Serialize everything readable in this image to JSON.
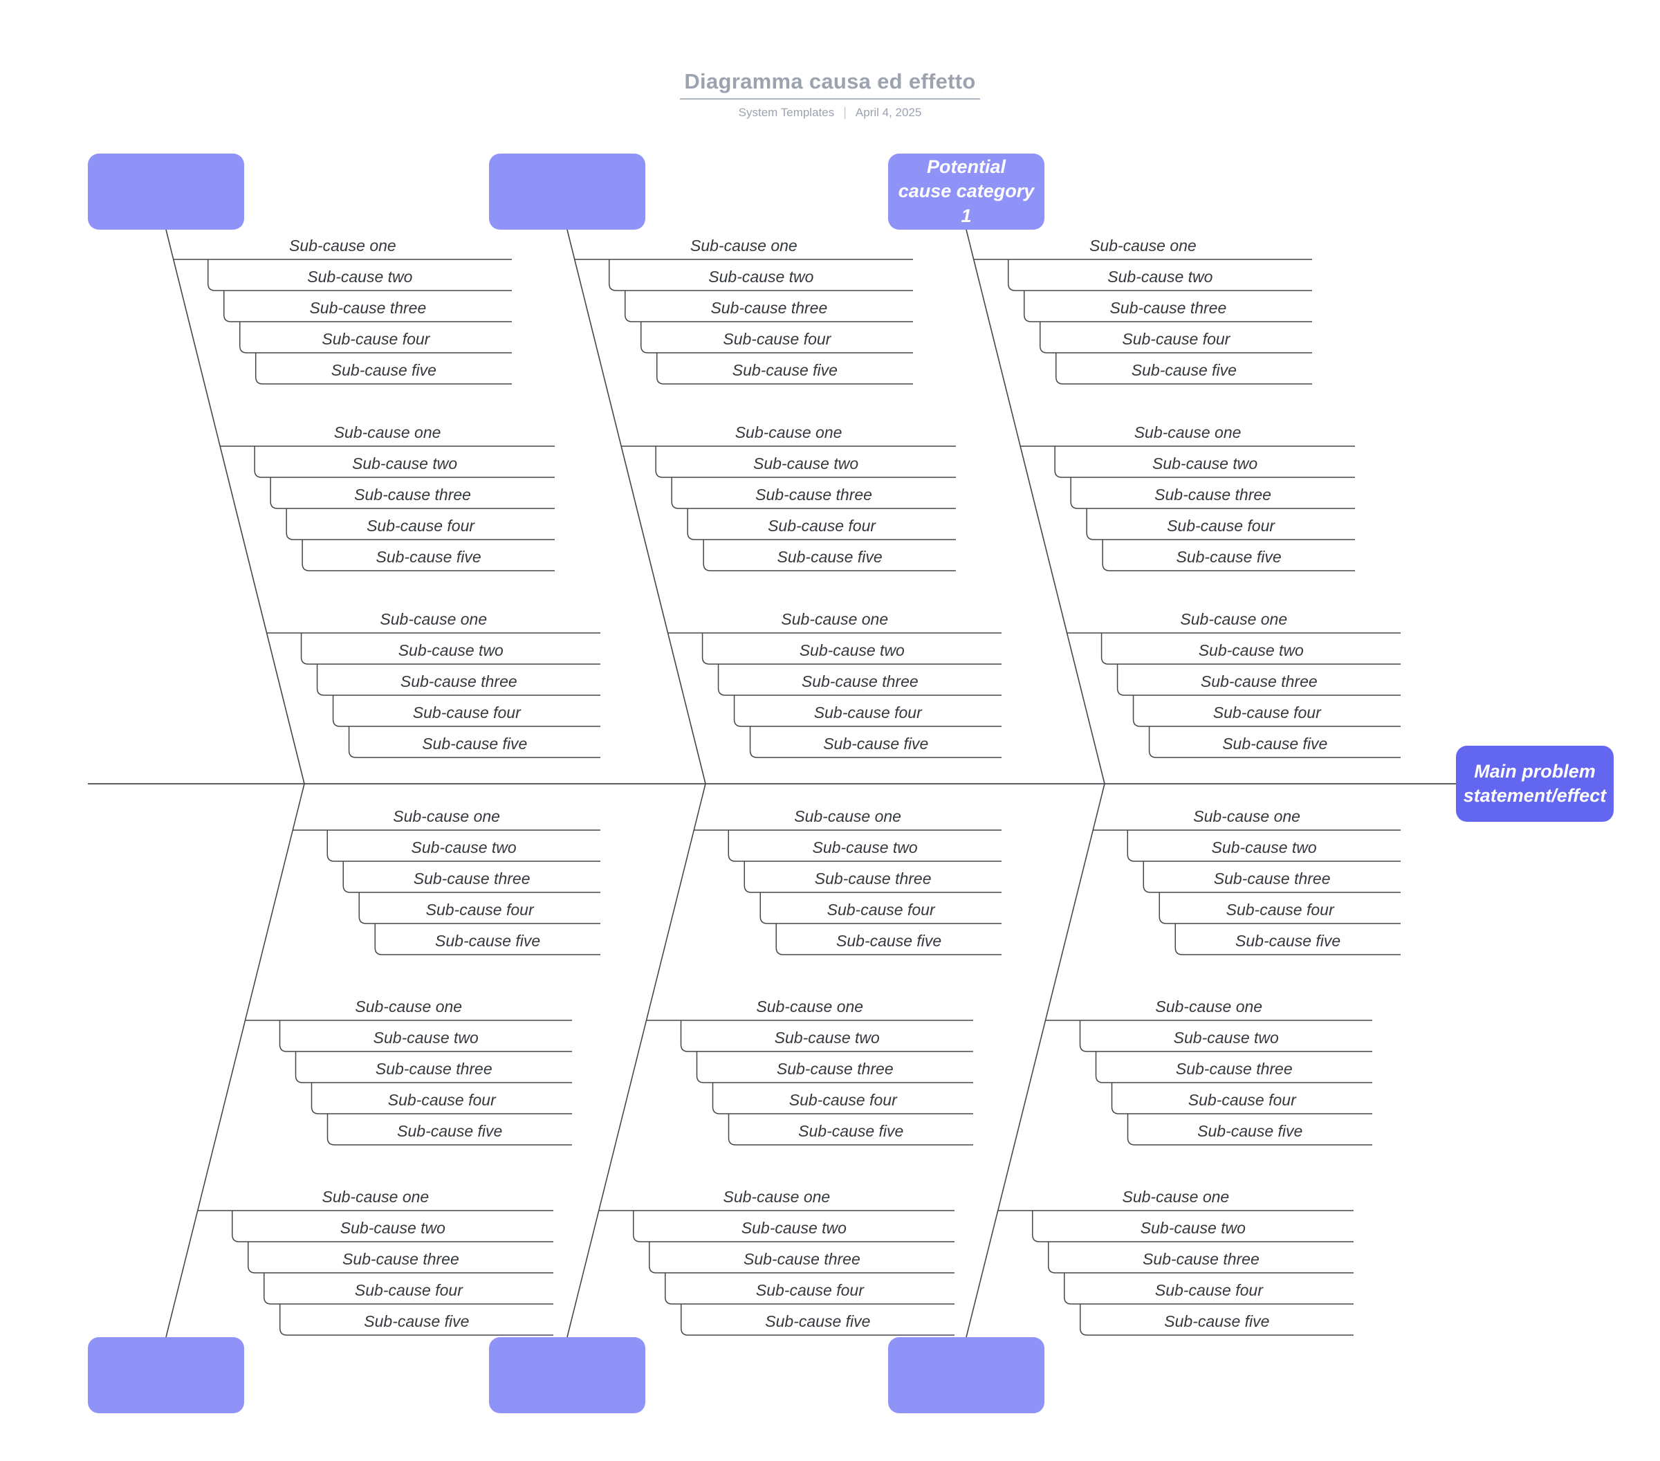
{
  "header": {
    "title": "Diagramma causa ed effetto",
    "author": "System Templates",
    "separator": "|",
    "date": "April 4, 2025"
  },
  "main_box": {
    "label": "Main problem statement/effect"
  },
  "categories": [
    {
      "id": "top-1",
      "label": ""
    },
    {
      "id": "top-2",
      "label": ""
    },
    {
      "id": "top-3",
      "label": "Potential cause category 1"
    },
    {
      "id": "bottom-1",
      "label": ""
    },
    {
      "id": "bottom-2",
      "label": ""
    },
    {
      "id": "bottom-3",
      "label": ""
    }
  ],
  "groups_per_category": 3,
  "sub_cause_labels": [
    "Sub-cause one",
    "Sub-cause two",
    "Sub-cause three",
    "Sub-cause four",
    "Sub-cause five"
  ],
  "colors": {
    "category_box": "#8F93F7",
    "main_box": "#6366EE",
    "line": "#43474B",
    "sub_cause_text": "#34383C",
    "title_text": "#9CA3AF"
  }
}
